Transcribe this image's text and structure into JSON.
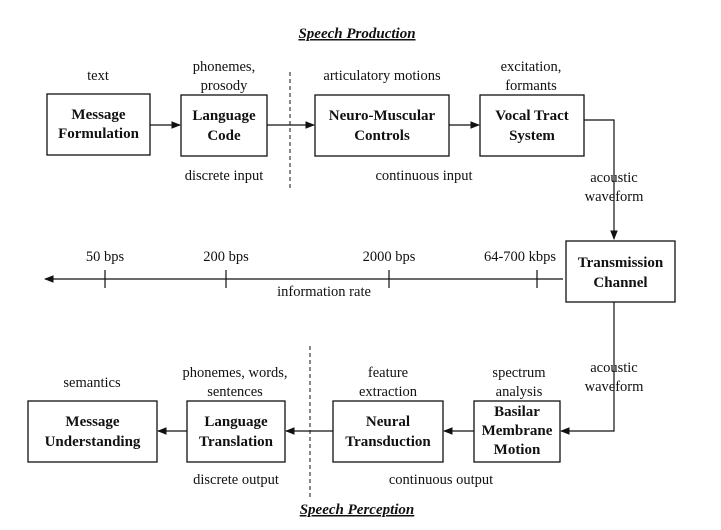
{
  "production": {
    "heading": "Speech Production",
    "boxes": {
      "message_formulation": [
        "Message",
        "Formulation"
      ],
      "language_code": [
        "Language",
        "Code"
      ],
      "neuro_muscular": [
        "Neuro-Muscular",
        "Controls"
      ],
      "vocal_tract": [
        "Vocal Tract",
        "System"
      ]
    },
    "labels": {
      "text": "text",
      "phonemes_prosody": [
        "phonemes,",
        "prosody"
      ],
      "articulatory": "articulatory motions",
      "excitation_formants": [
        "excitation,",
        "formants"
      ],
      "discrete_input": "discrete input",
      "continuous_input": "continuous input",
      "acoustic_waveform": [
        "acoustic",
        "waveform"
      ]
    }
  },
  "channel": {
    "box": [
      "Transmission",
      "Channel"
    ],
    "rates": [
      "50 bps",
      "200 bps",
      "2000 bps",
      "64-700 kbps"
    ],
    "axis_label": "information rate"
  },
  "perception": {
    "heading": "Speech Perception",
    "boxes": {
      "message_understanding": [
        "Message",
        "Understanding"
      ],
      "language_translation": [
        "Language",
        "Translation"
      ],
      "neural_transduction": [
        "Neural",
        "Transduction"
      ],
      "basilar_membrane": [
        "Basilar",
        "Membrane",
        "Motion"
      ]
    },
    "labels": {
      "semantics": "semantics",
      "phonemes_words": [
        "phonemes, words,",
        "sentences"
      ],
      "feature_extraction": [
        "feature",
        "extraction"
      ],
      "spectrum_analysis": [
        "spectrum",
        "analysis"
      ],
      "acoustic_waveform": [
        "acoustic",
        "waveform"
      ],
      "discrete_output": "discrete output",
      "continuous_output": "continuous output"
    }
  }
}
